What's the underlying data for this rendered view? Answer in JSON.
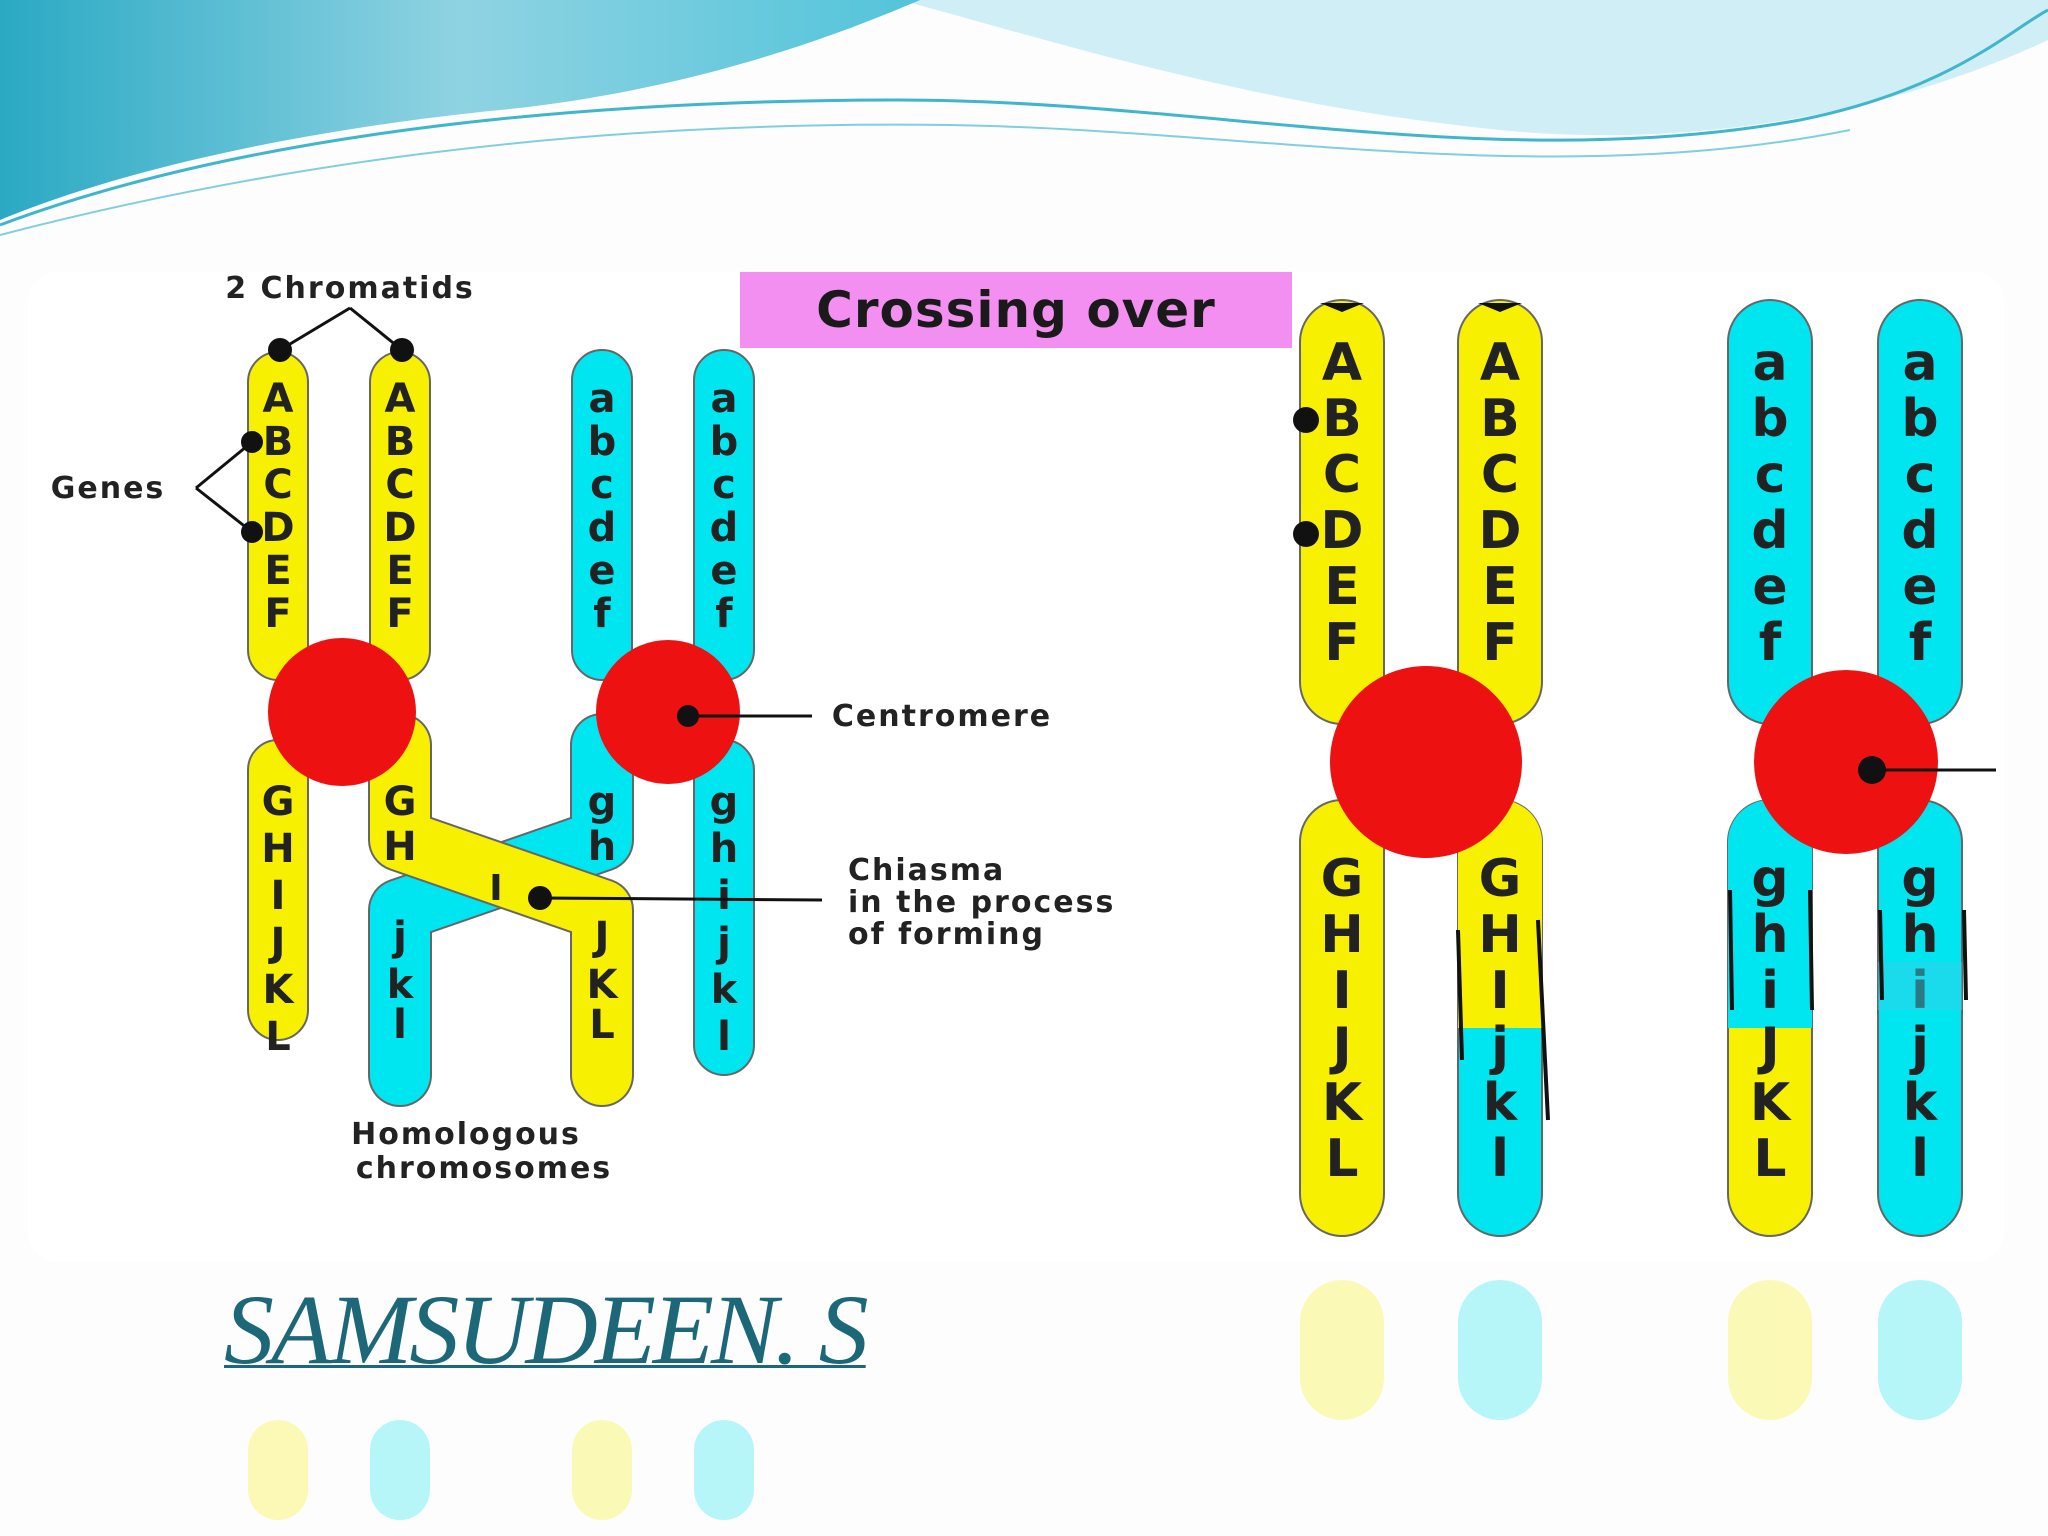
{
  "slide": {
    "title": "Crossing over",
    "author": "SAMSUDEEN. S"
  },
  "labels": {
    "chromatids": "2 Chromatids",
    "genes": "Genes",
    "centromere": "Centromere",
    "chiasma_line1": "Chiasma",
    "chiasma_line2": "in the process",
    "chiasma_line3": "of forming",
    "homologous_line1": "Homologous",
    "homologous_line2": "chromosomes"
  },
  "genes": {
    "upper_dominant": [
      "A",
      "B",
      "C",
      "D",
      "E",
      "F"
    ],
    "upper_recessive": [
      "a",
      "b",
      "c",
      "d",
      "e",
      "f"
    ],
    "lower_dominant": [
      "G",
      "H",
      "I",
      "J",
      "K",
      "L"
    ],
    "lower_recessive": [
      "g",
      "h",
      "i",
      "j",
      "k",
      "l"
    ]
  },
  "colors": {
    "dominant": "#f7f000",
    "recessive": "#00e6f0",
    "centromere": "#ee1111",
    "title_bg": "#f28ff0",
    "author": "#1d6878",
    "wave_top": "#3fb6cc"
  }
}
